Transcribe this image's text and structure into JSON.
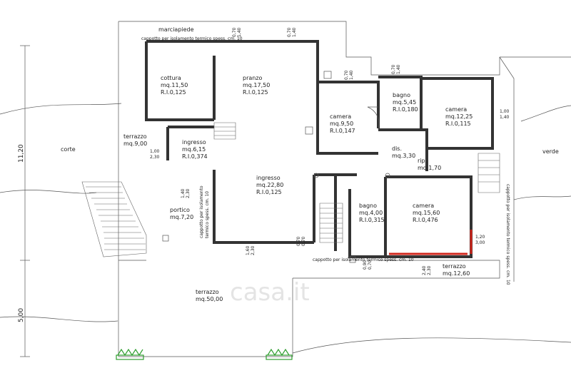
{
  "labels": {
    "street": "marciapiede",
    "court": "corte",
    "garden": "verde",
    "insulation_top": "cappotto per isolamento termico spess. cm. 10",
    "insulation_bottom_1": "cappotto per isolamento",
    "insulation_bottom_2": "termico spess. cm. 10",
    "insulation_right": "cappotto per isolamento termico spess. cm. 10",
    "insulation_mid": "cappotto per isolamento termico spess. cm. 10",
    "dim_left_upper": "11,20",
    "dim_left_lower": "5,00",
    "watermark": "casa.it"
  },
  "rooms": [
    {
      "id": "cottura",
      "name": "cottura",
      "area": "mq.11,50",
      "ri": "R.I.0,125"
    },
    {
      "id": "pranzo",
      "name": "pranzo",
      "area": "mq.17,50",
      "ri": "R.I.0,125"
    },
    {
      "id": "camera1",
      "name": "camera",
      "area": "mq.9,50",
      "ri": "R.I.0,147"
    },
    {
      "id": "bagno1",
      "name": "bagno",
      "area": "mq.5,45",
      "ri": "R.I.0,180"
    },
    {
      "id": "camera2",
      "name": "camera",
      "area": "mq.12,25",
      "ri": "R.I.0,115"
    },
    {
      "id": "terrazzo1",
      "name": "terrazzo",
      "area": "mq.9,00",
      "ri": ""
    },
    {
      "id": "ingresso1",
      "name": "ingresso",
      "area": "mq.6,15",
      "ri": "R.I.0,374"
    },
    {
      "id": "dis",
      "name": "dis.",
      "area": "mq.3,30",
      "ri": ""
    },
    {
      "id": "rip",
      "name": "rip.",
      "area": "mq.1,70",
      "ri": ""
    },
    {
      "id": "ingresso2",
      "name": "ingresso",
      "area": "mq.22,80",
      "ri": "R.I.0,125"
    },
    {
      "id": "portico",
      "name": "portico",
      "area": "mq.7,20",
      "ri": ""
    },
    {
      "id": "bagno2",
      "name": "bagno",
      "area": "mq.4,00",
      "ri": "R.I.0,315"
    },
    {
      "id": "camera3",
      "name": "camera",
      "area": "mq.15,60",
      "ri": "R.I.0,476"
    },
    {
      "id": "terrazzo2",
      "name": "terrazzo",
      "area": "mq.12,60",
      "ri": ""
    },
    {
      "id": "terrazzo3",
      "name": "terrazzo",
      "area": "mq.50,00",
      "ri": ""
    }
  ],
  "openings": [
    {
      "id": "o1",
      "top": "0,70",
      "bottom": "1,40"
    },
    {
      "id": "o2",
      "top": "0,70",
      "bottom": "1,40"
    },
    {
      "id": "o3",
      "top": "0,70",
      "bottom": "1,40"
    },
    {
      "id": "o4",
      "top": "0,70",
      "bottom": "1,40"
    },
    {
      "id": "o5",
      "top": "1,00",
      "bottom": "1,40"
    },
    {
      "id": "o6",
      "top": "1,00",
      "bottom": "2,30"
    },
    {
      "id": "o7",
      "top": "1,40",
      "bottom": "2,30"
    },
    {
      "id": "o8",
      "top": "1,60",
      "bottom": "2,30"
    },
    {
      "id": "o9",
      "top": "0,70",
      "bottom": "0,70"
    },
    {
      "id": "o10",
      "top": "0,90",
      "bottom": "0,70"
    },
    {
      "id": "o11",
      "top": "1,20",
      "bottom": "3,00"
    },
    {
      "id": "o12",
      "top": "2,40",
      "bottom": "2,30"
    }
  ],
  "colors": {
    "walls": "#333333",
    "highlight": "#d0261c",
    "plants": "#2e9e2e",
    "watermark": "#e4e4e4"
  }
}
